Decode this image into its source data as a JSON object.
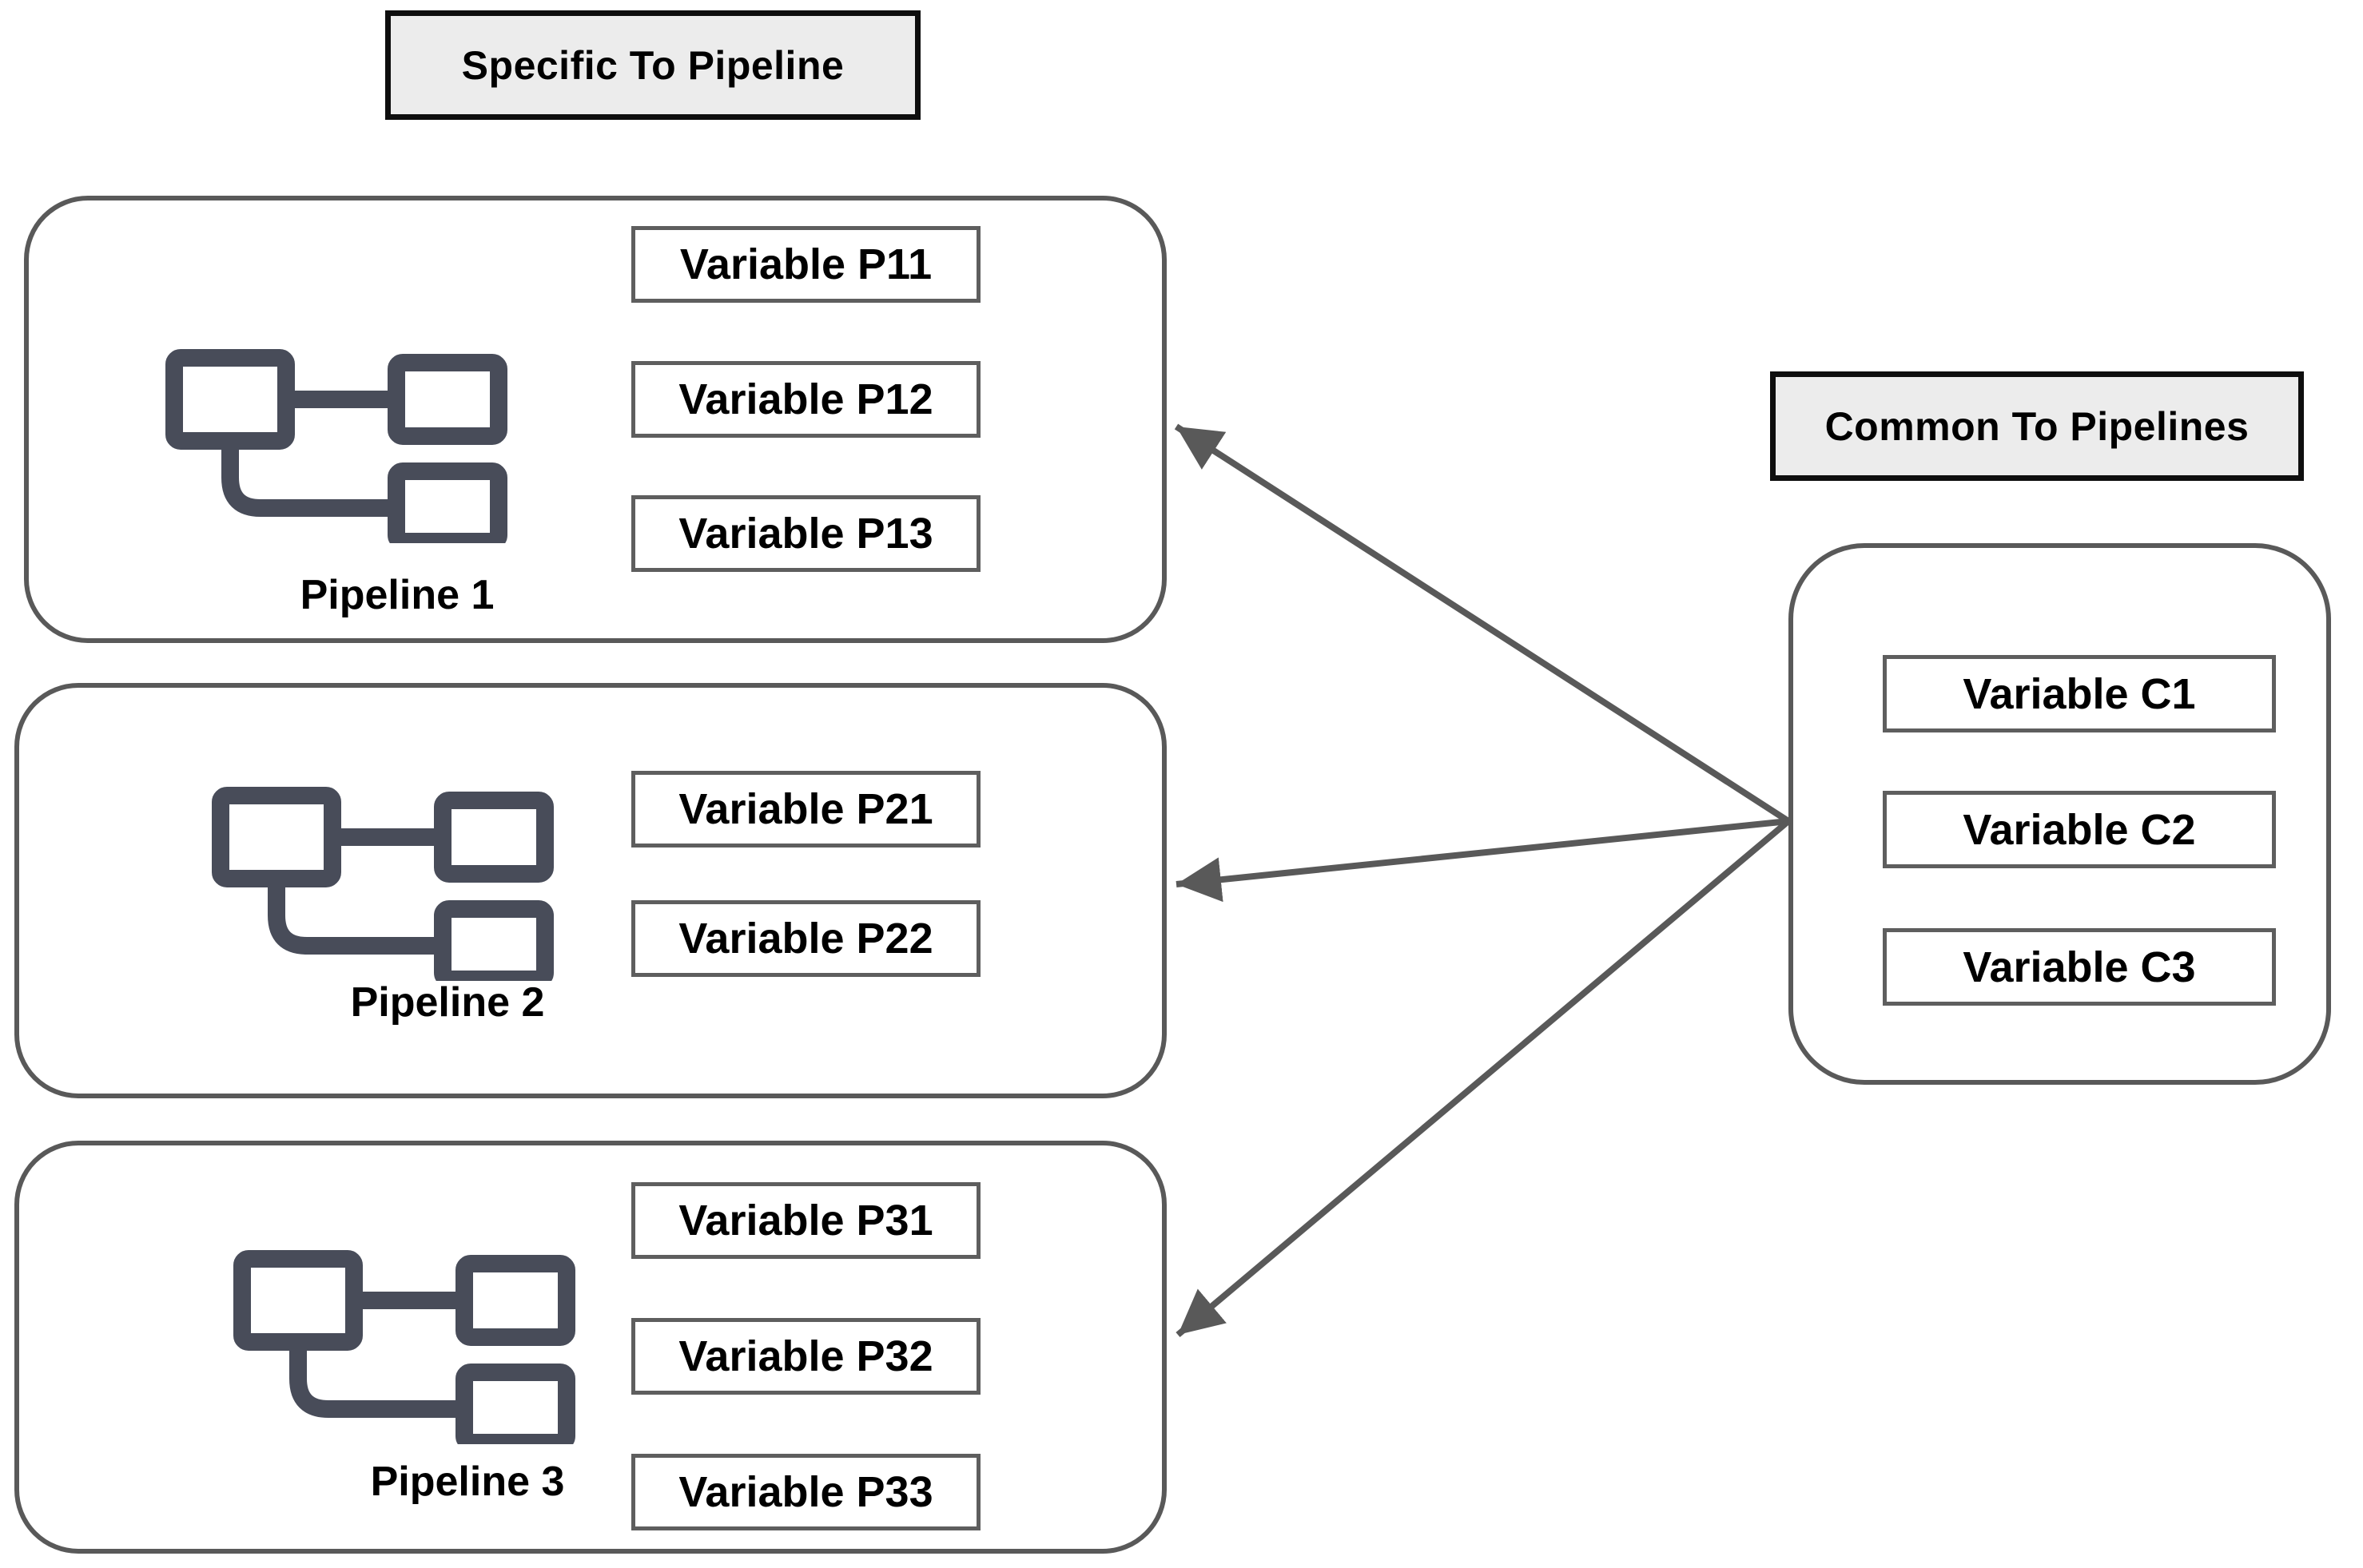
{
  "labels": {
    "specific": "Specific To Pipeline",
    "common": "Common To Pipelines"
  },
  "pipelines": [
    {
      "name": "Pipeline 1",
      "variables": [
        "Variable P11",
        "Variable P12",
        "Variable P13"
      ]
    },
    {
      "name": "Pipeline 2",
      "variables": [
        "Variable P21",
        "Variable P22"
      ]
    },
    {
      "name": "Pipeline 3",
      "variables": [
        "Variable P31",
        "Variable P32",
        "Variable P33"
      ]
    }
  ],
  "common": {
    "variables": [
      "Variable C1",
      "Variable C2",
      "Variable C3"
    ]
  },
  "icons": {
    "pipeline_icon": "flowchart-icon"
  },
  "colors": {
    "background": "#ffffff",
    "label_fill": "#ececec",
    "label_border": "#0e0e0e",
    "container_border": "#595959",
    "variable_border": "#5e5e5e",
    "arrow": "#595959",
    "icon": "#484c59",
    "text": "#000000"
  }
}
